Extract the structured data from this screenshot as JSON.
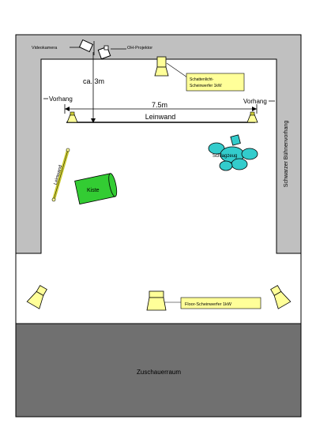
{
  "labels": {
    "videokamera": "Videokamera",
    "oh_projektor": "OH-Projektor",
    "ca_3m": "ca. 3m",
    "schattenlicht": [
      "Schattenlicht-",
      "Scheinwerfer 1kW"
    ],
    "vorhang_left": "Vorhang",
    "vorhang_right": "Vorhang",
    "width_75m": "7.5m",
    "leinwand": "Leinwand",
    "schlagzeug": "Schlagzeug",
    "leinwand_rolled": "Leinwand",
    "kiste": "Kiste",
    "buehnenvorhang": "Schwarzer Bühnenvorhang",
    "floor_scheinwerfer": "Floor-Scheinwerfer 1kW",
    "zuschauerraum": "Zuschauerraum"
  },
  "colors": {
    "wall": "#c0c0c0",
    "audience": "#707070",
    "spot": "#ffff99",
    "spot_dark": "#cccc33",
    "drums": "#33cccc",
    "crate": "#33cc33",
    "label_box": "#ffff99"
  }
}
